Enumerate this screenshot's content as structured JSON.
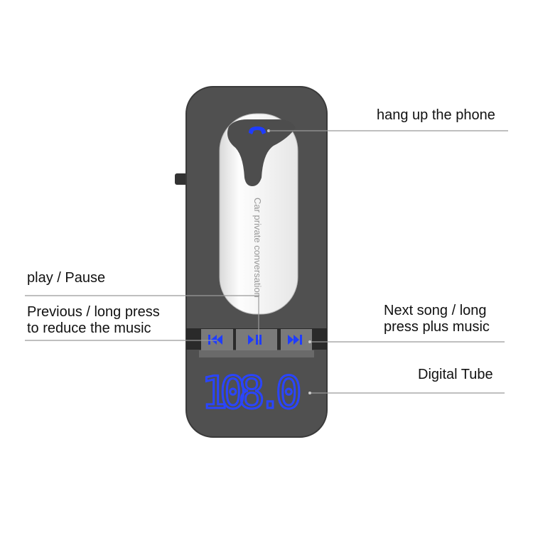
{
  "labels": {
    "hang_up": "hang up the phone",
    "play_pause": "play / Pause",
    "previous_line1": "Previous / long press",
    "previous_line2": "to reduce the music",
    "next_line1": "Next song / long",
    "next_line2": "press plus music",
    "digital_tube": "Digital Tube"
  },
  "device": {
    "earpiece_text": "Car private conversation",
    "display_value": "108.0",
    "icons": [
      "phone-icon",
      "previous-icon",
      "play-pause-icon",
      "next-icon"
    ]
  },
  "colors": {
    "body": "#505050",
    "accent_blue": "#1f3cff",
    "leader_line": "#999999"
  }
}
